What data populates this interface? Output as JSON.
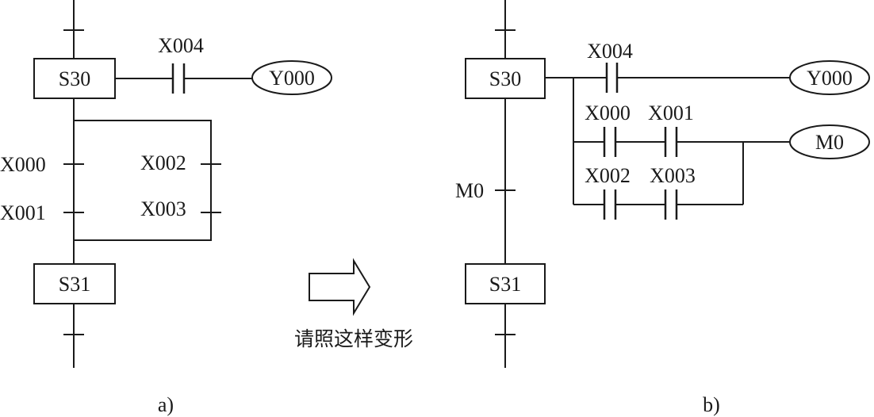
{
  "panel_a": {
    "caption": "a)",
    "step_top": "S30",
    "step_bottom": "S31",
    "output_contact": "X004",
    "output_coil": "Y000",
    "transition_left_1": "X000",
    "transition_left_2": "X001",
    "transition_right_1": "X002",
    "transition_right_2": "X003"
  },
  "arrow": {
    "note": "请照这样变形"
  },
  "panel_b": {
    "caption": "b)",
    "step_top": "S30",
    "step_bottom": "S31",
    "output_contact": "X004",
    "output_coil": "Y000",
    "branch1_contact_1": "X000",
    "branch1_contact_2": "X001",
    "branch2_contact_1": "X002",
    "branch2_contact_2": "X003",
    "aux_coil": "M0",
    "transition": "M0"
  }
}
